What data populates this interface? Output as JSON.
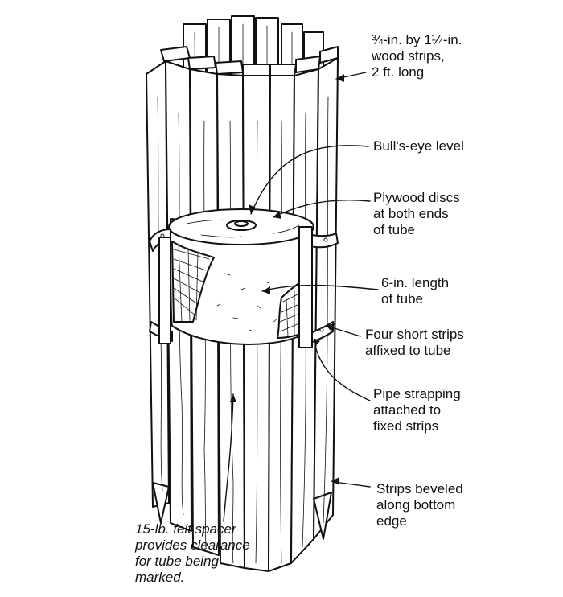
{
  "callouts": {
    "wood_strips": [
      "¾-in. by 1¼-in.",
      "wood strips,",
      "2 ft. long"
    ],
    "level": [
      "Bull's-eye level"
    ],
    "discs": [
      "Plywood discs",
      "at both ends",
      "of tube"
    ],
    "tube_length": [
      "6-in. length",
      "of tube"
    ],
    "short_strips": [
      "Four short strips",
      "affixed to tube"
    ],
    "strapping": [
      "Pipe strapping",
      "attached to",
      "fixed strips"
    ],
    "beveled": [
      "Strips beveled",
      "along bottom",
      "edge"
    ],
    "felt": [
      "15-lb. felt spacer",
      "provides clearance",
      "for tube being",
      "marked."
    ]
  },
  "colors": {
    "ink": "#111111",
    "paper": "#ffffff",
    "hatch": "#333333"
  }
}
